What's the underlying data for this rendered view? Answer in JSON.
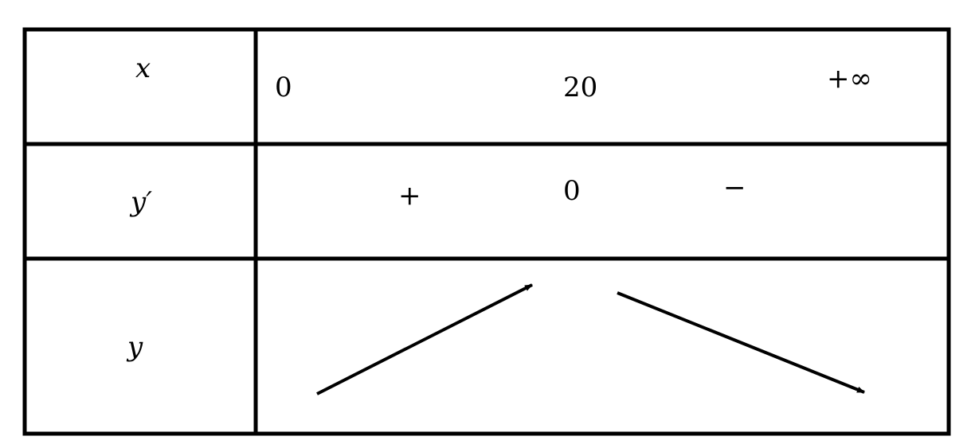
{
  "table": {
    "row_labels": {
      "x": "x",
      "dy": "y′",
      "y": "y"
    },
    "x_values": [
      "0",
      "20",
      "+∞"
    ],
    "derivative_signs": [
      "+",
      "0",
      "−"
    ],
    "variation": [
      "increasing",
      "decreasing"
    ]
  }
}
